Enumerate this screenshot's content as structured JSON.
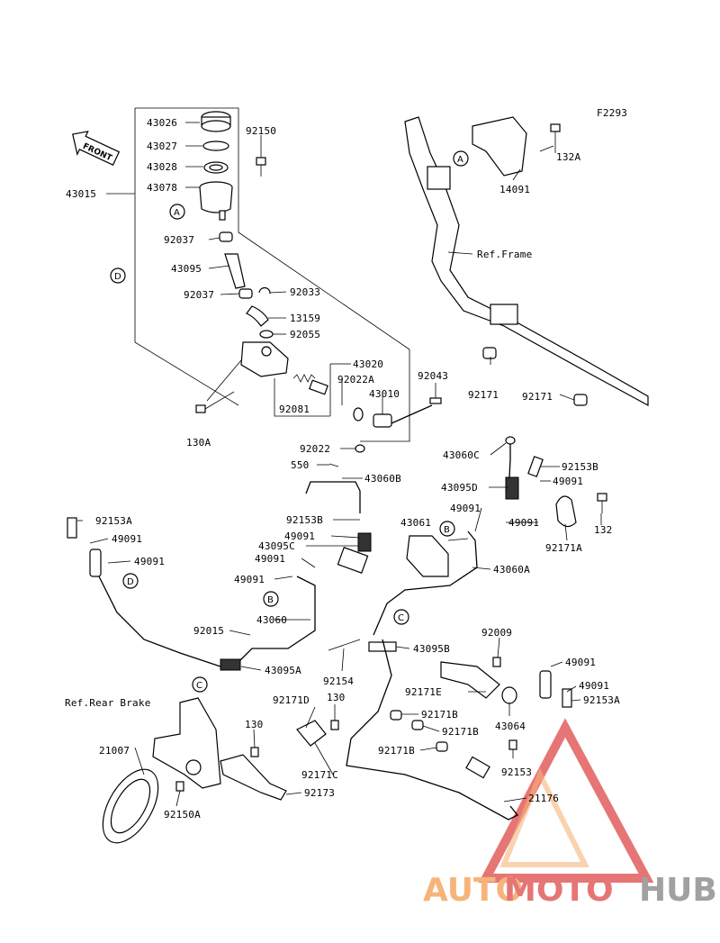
{
  "figure_code": "F2293",
  "front_label": "FRONT",
  "watermark": {
    "part1": "AUTO",
    "part2": "MOTO",
    "part3": "HUB",
    "color1": "#f5a25a",
    "color2": "#e05353",
    "color3": "#8a8a8a"
  },
  "labels": {
    "l43026": "43026",
    "l43027": "43027",
    "l43028": "43028",
    "l43078": "43078",
    "l43015": "43015",
    "l92150": "92150",
    "l92037a": "92037",
    "l43095": "43095",
    "l92037b": "92037",
    "l92033": "92033",
    "l13159": "13159",
    "l92055": "92055",
    "l43020": "43020",
    "l92022a": "92022A",
    "l43010": "43010",
    "l92081": "92081",
    "l92043": "92043",
    "l130a": "130A",
    "l92022": "92022",
    "l550": "550",
    "l43060b": "43060B",
    "l43060c": "43060C",
    "l92153b_r": "92153B",
    "l43095d": "43095D",
    "l49091_r1": "49091",
    "l49091_r2": "49091",
    "l49091_r3": "49091",
    "l43061": "43061",
    "l43060a": "43060A",
    "l132": "132",
    "l92171a": "92171A",
    "l92153a_l": "92153A",
    "l49091_l1": "49091",
    "l49091_l2": "49091",
    "l92153b_c": "92153B",
    "l49091_c1": "49091",
    "l43095c": "43095C",
    "l49091_c2": "49091",
    "l49091_c3": "49091",
    "l43060": "43060",
    "l92015": "92015",
    "l43095a": "43095A",
    "l92154": "92154",
    "l43095b": "43095B",
    "l92009": "92009",
    "l92171e": "92171E",
    "l43064": "43064",
    "l49091_br": "49091",
    "l49091_br2": "49091",
    "l92153a_r": "92153A",
    "l92171d": "92171D",
    "l130_a": "130",
    "l130_b": "130",
    "l92171b_1": "92171B",
    "l92171b_2": "92171B",
    "l92171b_3": "92171B",
    "l92171c": "92171C",
    "l92153": "92153",
    "l21176": "21176",
    "l21007": "21007",
    "l92150a": "92150A",
    "l92173": "92173",
    "l132a": "132A",
    "l14091": "14091",
    "l92171_1": "92171",
    "l92171_2": "92171",
    "ref_frame": "Ref.Frame",
    "ref_rear_brake": "Ref.Rear Brake"
  },
  "callouts": {
    "A": "A",
    "B": "B",
    "C": "C",
    "D": "D"
  }
}
